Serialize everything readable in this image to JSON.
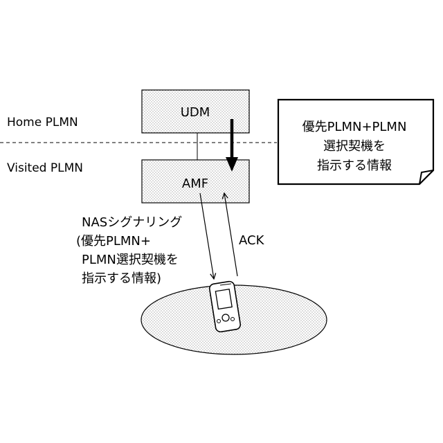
{
  "regions": {
    "home_label": "Home PLMN",
    "visited_label": "Visited PLMN"
  },
  "nodes": {
    "udm": "UDM",
    "amf": "AMF"
  },
  "note": {
    "lines": [
      "優先PLMN+PLMN",
      "選択契機を",
      "指示する情報"
    ]
  },
  "signals": {
    "nas_lines": [
      "NASシグナリング",
      "(優先PLMN+",
      "PLMN選択契機を",
      "指示する情報)"
    ],
    "ack": "ACK"
  },
  "icons": {
    "device": "mobile-phone-icon"
  }
}
